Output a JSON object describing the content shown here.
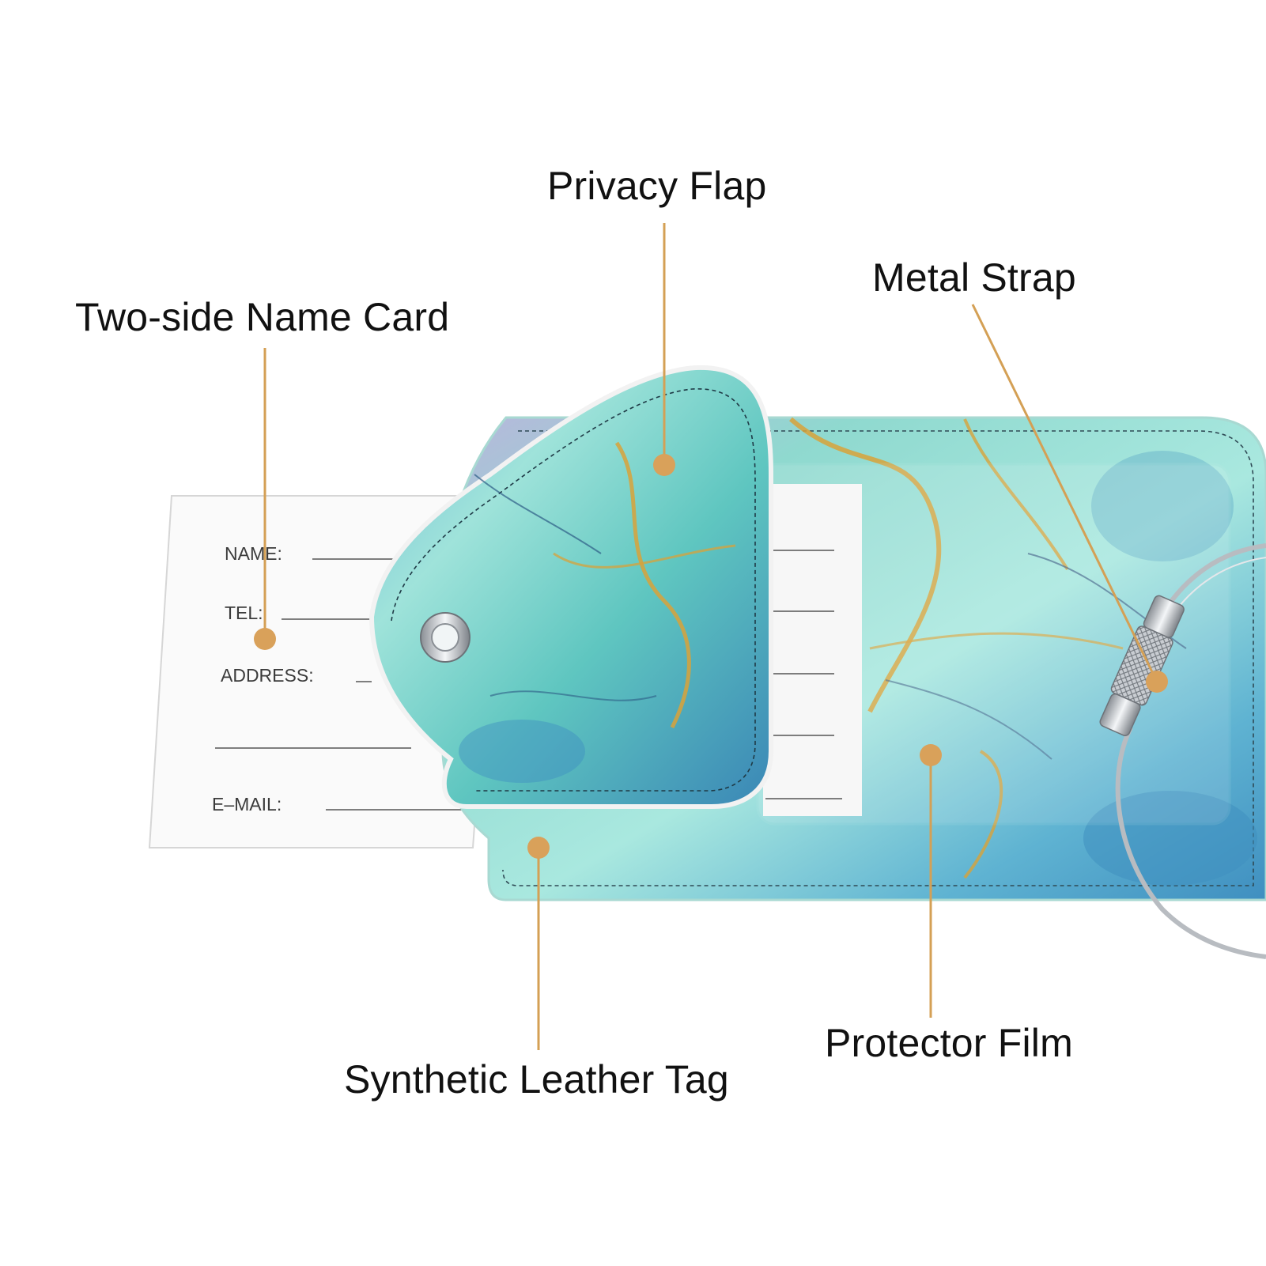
{
  "callouts": {
    "privacy_flap": "Privacy Flap",
    "metal_strap": "Metal Strap",
    "name_card": "Two-side Name Card",
    "leather_tag": "Synthetic Leather Tag",
    "protector_film": "Protector Film"
  },
  "name_card_fields": {
    "name": "NAME:",
    "tel": "TEL:",
    "address": "ADDRESS:",
    "email": "E–MAIL:"
  },
  "colors": {
    "callout_line": "#d4a055",
    "callout_dot": "#d9a15a",
    "marble_teal": "#7fd6d0",
    "marble_blue": "#4f9fc4",
    "marble_gold": "#d8a23a",
    "marble_lavender": "#a7a6cf"
  },
  "icons": [
    "grommet-icon",
    "wire-ring-icon",
    "screw-lock-icon"
  ]
}
